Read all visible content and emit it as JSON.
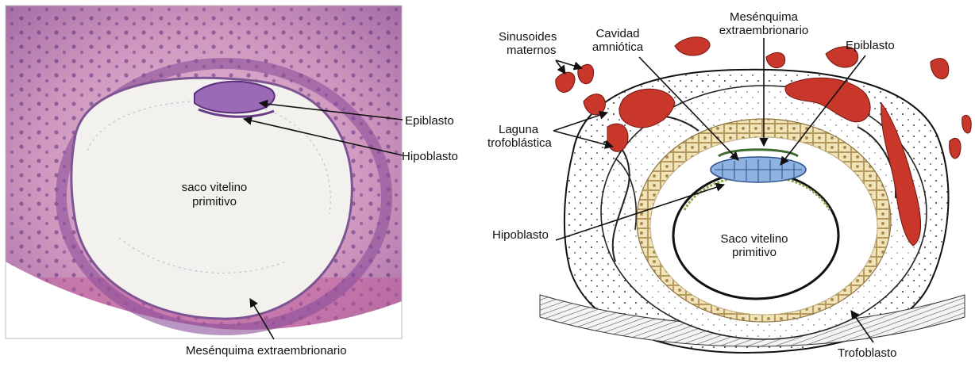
{
  "left_panel": {
    "labels": {
      "yolk_sac": [
        "saco vitelino",
        "primitivo"
      ],
      "epiblast": "Epiblasto",
      "hypoblast": "Hipoblasto",
      "mesenchyme": "Mesénquima extraembrionario"
    }
  },
  "right_panel": {
    "labels": {
      "mesenchyme": [
        "Mesénquima",
        "extraembrionario"
      ],
      "sinusoids": [
        "Sinusoides",
        "maternos"
      ],
      "amniotic_cavity": [
        "Cavidad",
        "amniótica"
      ],
      "epiblast": "Epiblasto",
      "lacuna": [
        "Laguna",
        "trofoblástica"
      ],
      "hypoblast": "Hipoblasto",
      "yolk_sac": [
        "Saco vitelino",
        "primitivo"
      ],
      "trophoblast": "Trofoblasto"
    }
  },
  "colors": {
    "tissue_pink": "#d9a5c8",
    "tissue_purple": "#7a4d94",
    "blood_red": "#c8372a",
    "epiblast_blue": "#8fb3e0",
    "cyto_tan": "#ead9a8"
  }
}
